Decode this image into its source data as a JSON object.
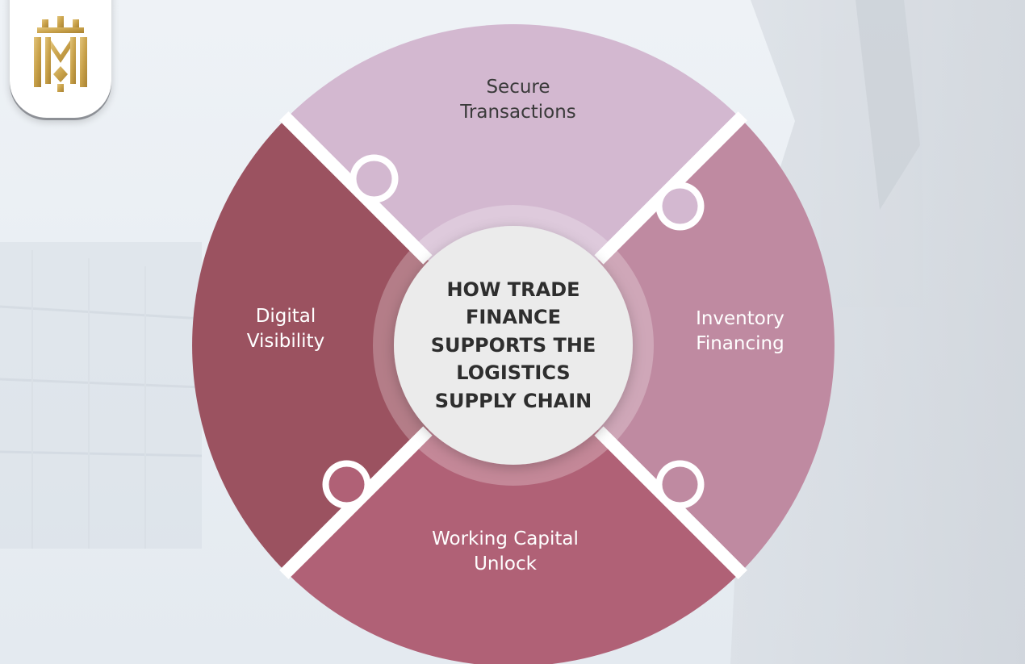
{
  "center": {
    "title_lines": [
      "HOW TRADE",
      "FINANCE",
      "SUPPORTS THE",
      "LOGISTICS",
      "SUPPLY CHAIN"
    ]
  },
  "segments": {
    "top": {
      "lines": [
        "Secure",
        "Transactions"
      ],
      "color": "#d3b8d0"
    },
    "right": {
      "lines": [
        "Inventory",
        "Financing"
      ],
      "color": "#bf8aa1"
    },
    "bottom": {
      "lines": [
        "Working Capital",
        "Unlock"
      ],
      "color": "#b06176"
    },
    "left": {
      "lines": [
        "Digital",
        "Visibility"
      ],
      "color": "#9b5260"
    }
  },
  "colors": {
    "logo_gold": "#c9a24a",
    "center_disc": "#ebebeb",
    "background": "#e9eef3"
  },
  "icons": {
    "logo": "crown-monogram-logo"
  }
}
